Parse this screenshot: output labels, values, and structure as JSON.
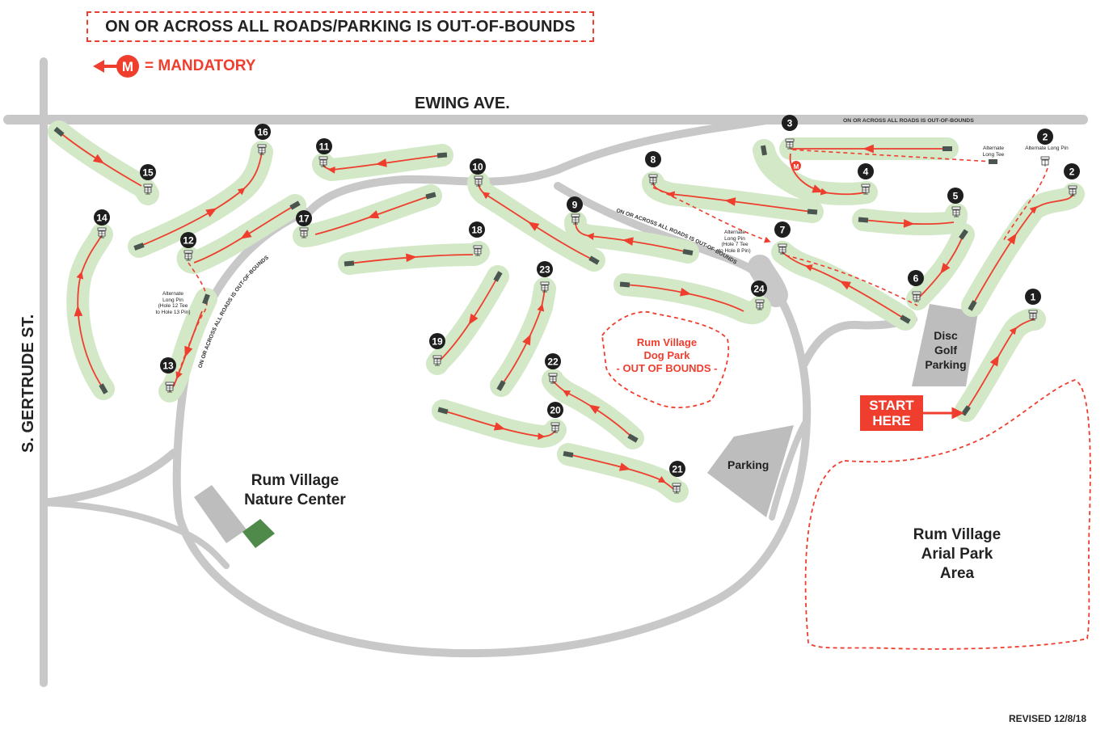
{
  "notice": "ON OR ACROSS ALL ROADS/PARKING IS OUT-OF-BOUNDS",
  "legend": {
    "symbol": "M",
    "label": "= MANDATORY"
  },
  "streets": {
    "north": "EWING AVE.",
    "west": "S. GERTRUDE ST."
  },
  "road_oob_label": "ON OR ACROSS ALL ROADS IS OUT-OF-BOUNDS",
  "top_road_oob_label": "ON OR ACROSS ALL ROADS IS OUT-OF-BOUNDS",
  "areas": {
    "nature_center": [
      "Rum Village",
      "Nature Center"
    ],
    "dog_park": [
      "Rum Village",
      "Dog Park",
      "- OUT OF BOUNDS -"
    ],
    "arial_park": [
      "Rum Village",
      "Arial Park",
      "Area"
    ],
    "disc_golf_parking": [
      "Disc",
      "Golf",
      "Parking"
    ],
    "parking": "Parking"
  },
  "start": [
    "START",
    "HERE"
  ],
  "notes": {
    "alt_long_tee": [
      "Alternate",
      "Long Tee"
    ],
    "alt_long_pin_2": "Alternate Long Pin",
    "alt_long_pin_7": [
      "Alternate",
      "Long Pin",
      "(Hole 7 Tee",
      "to Hole 8 Pin)"
    ],
    "alt_long_pin_12": [
      "Alternate",
      "Long Pin",
      "(Hole 12 Tee",
      "to Hole 13 Pin)"
    ]
  },
  "holes": [
    "1",
    "2",
    "3",
    "4",
    "5",
    "6",
    "7",
    "8",
    "9",
    "10",
    "11",
    "12",
    "13",
    "14",
    "15",
    "16",
    "17",
    "18",
    "19",
    "20",
    "21",
    "22",
    "23",
    "24"
  ],
  "extra_hole_badge": "2",
  "revised": "REVISED 12/8/18",
  "colors": {
    "fairway": "#d2e8c6",
    "road": "#c8c8c8",
    "accent": "#ef3e2e",
    "badge": "#1e1e1e",
    "nature_green": "#4f8a4a",
    "parking": "#bdbdbd"
  }
}
